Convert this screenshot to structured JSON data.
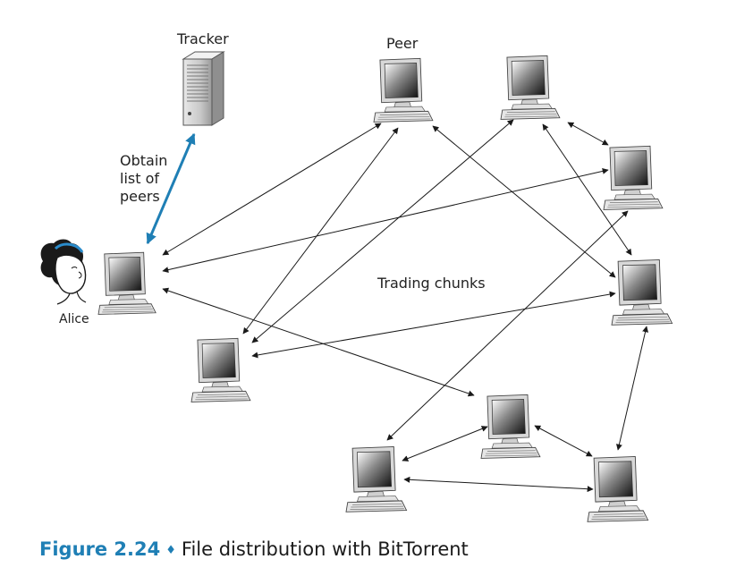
{
  "labels": {
    "tracker": "Tracker",
    "peer": "Peer",
    "obtain": "Obtain\nlist of\npeers",
    "alice": "Alice",
    "trading": "Trading chunks"
  },
  "caption": {
    "figure": "Figure 2.24",
    "separator": "♦",
    "text": "File distribution with BitTorrent"
  },
  "colors": {
    "arrow": "#1a1a1a",
    "tracker_arrow": "#1f7fb5",
    "caption_accent": "#1f7fb5"
  },
  "icons": {
    "computers": "desktop-computer-icon",
    "server": "server-tower-icon",
    "person": "alice-person-icon"
  }
}
